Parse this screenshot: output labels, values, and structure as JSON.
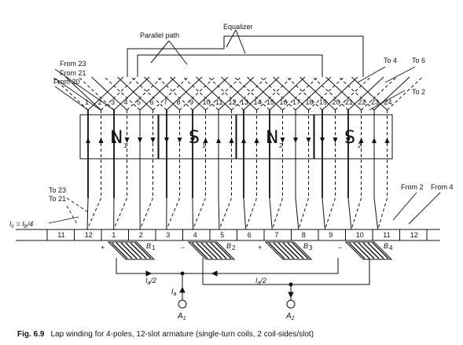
{
  "labels": {
    "equalizer": "Equalizer",
    "parallel_path": "Parallel path",
    "from_23": "From 23",
    "from_21": "From 21",
    "from_20": "From 20",
    "to_4": "To 4",
    "to_6": "To 6",
    "to_2": "To 2",
    "to_23": "To 23",
    "to_21": "To 21",
    "from_2": "From 2",
    "from_4": "From 4",
    "ic_eq": "I",
    "ic_eq_sub": "c",
    "ic_eq_rest": " = I",
    "ic_eq_sub2": "b",
    "ic_eq_tail": "/4"
  },
  "conductors": [
    "1",
    "2",
    "3",
    "4",
    "5",
    "6",
    "7",
    "8",
    "9",
    "10",
    "11",
    "12",
    "13",
    "14",
    "15",
    "16",
    "17",
    "18",
    "19",
    "20",
    "21",
    "22",
    "23",
    "24"
  ],
  "poles": [
    {
      "letter": "N",
      "sub": "1"
    },
    {
      "letter": "S",
      "sub": "1"
    },
    {
      "letter": "N",
      "sub": "2"
    },
    {
      "letter": "S",
      "sub": "2"
    }
  ],
  "commutator_segments": [
    "11",
    "12",
    "1",
    "2",
    "3",
    "4",
    "5",
    "6",
    "7",
    "8",
    "9",
    "10",
    "11",
    "12"
  ],
  "brushes": [
    {
      "sign": "+",
      "name": "B",
      "sub": "1"
    },
    {
      "sign": "−",
      "name": "B",
      "sub": "2"
    },
    {
      "sign": "+",
      "name": "B",
      "sub": "3"
    },
    {
      "sign": "−",
      "name": "B",
      "sub": "4"
    }
  ],
  "currents": {
    "half_left": "I",
    "half_left_sub": "a",
    "half_left_tail": "/2",
    "half_right": "I",
    "half_right_sub": "a",
    "half_right_tail": "/2",
    "ia": "I",
    "ia_sub": "a"
  },
  "terminals": [
    {
      "name": "A",
      "sub": "1"
    },
    {
      "name": "A",
      "sub": "2"
    }
  ],
  "caption": {
    "fig": "Fig. 6.9",
    "text": "Lap winding for 4-poles, 12-slot armature (single-turn coils, 2 coil-sides/slot)"
  }
}
